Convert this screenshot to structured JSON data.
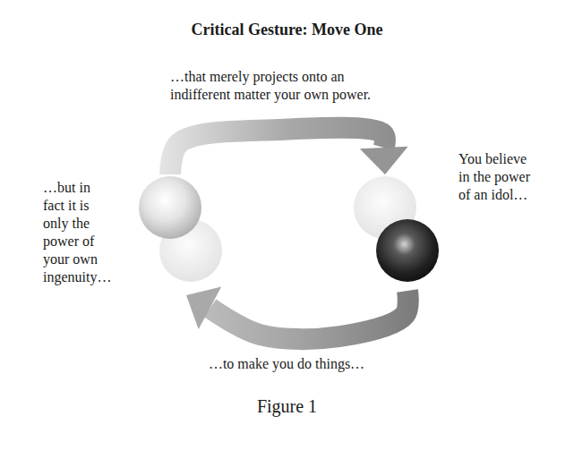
{
  "diagram": {
    "title": "Critical Gesture: Move One",
    "caption": "Figure 1",
    "nodes": [
      {
        "text": [
          "…but in fact it is only the power of your own ingenuity…"
        ]
      },
      {
        "text": [
          "You believe in the power of an idol…"
        ]
      }
    ],
    "edges": [
      {
        "from": 0,
        "to": 1,
        "arrow": "to",
        "label": "…that merely projects onto an indifferent matter your own power."
      },
      {
        "from": 1,
        "to": 0,
        "arrow": "to",
        "label": "…to make you do things…"
      }
    ]
  }
}
